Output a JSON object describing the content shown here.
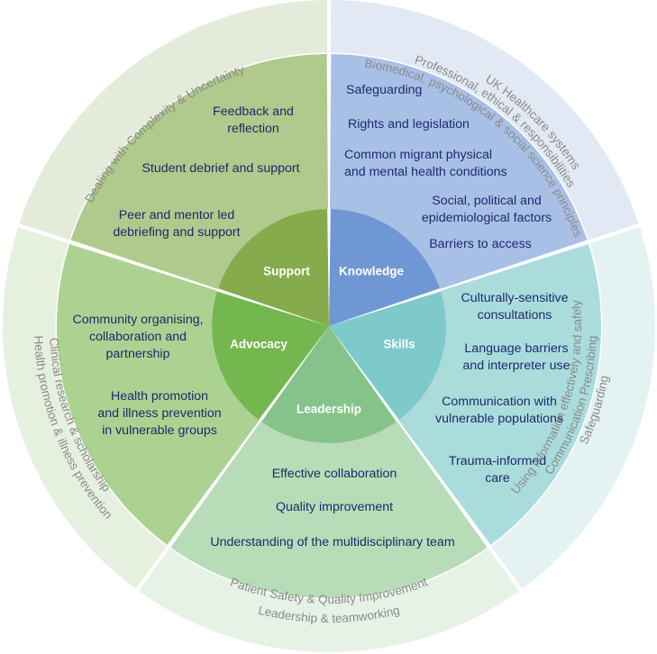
{
  "domains": [
    {
      "id": "knowledge",
      "name": "Knowledge",
      "colors": {
        "outer": "#e2e9f4",
        "mid": "#a9c0e6",
        "inner": "#6f97d3"
      },
      "items": [
        [
          "Safeguarding"
        ],
        [
          "Rights and legislation"
        ],
        [
          "Common migrant physical",
          "and mental health conditions"
        ],
        [
          "Social, political and",
          "epidemiological factors"
        ],
        [
          "Barriers to access"
        ]
      ],
      "outer": [
        "UK Healthcare systems",
        "Professional, ethical & responsibilities",
        "Biomedical, psychological & social science principles"
      ]
    },
    {
      "id": "skills",
      "name": "Skills",
      "colors": {
        "outer": "#e4f2f2",
        "mid": "#aadcdc",
        "inner": "#7ec9c9"
      },
      "items": [
        [
          "Culturally-sensitive",
          "consultations"
        ],
        [
          "Language barriers",
          "and interpreter use"
        ],
        [
          "Communication with",
          "vulnerable populations"
        ],
        [
          "Trauma-informed",
          "care"
        ]
      ],
      "outer": [
        "Using information effectively and safely",
        "Communication Prescribing",
        "Safeguarding"
      ]
    },
    {
      "id": "leadership",
      "name": "Leadership",
      "colors": {
        "outer": "#e7f2e7",
        "mid": "#b7dcb7",
        "inner": "#86c38a"
      },
      "items": [
        [
          "Effective collaboration"
        ],
        [
          "Quality improvement"
        ],
        [
          "Understanding of the multidisciplinary team"
        ]
      ],
      "outer": [
        "Patient Safety & Quality Improvement",
        "Leadership & teamworking"
      ]
    },
    {
      "id": "advocacy",
      "name": "Advocacy",
      "colors": {
        "outer": "#e6f0df",
        "mid": "#acd292",
        "inner": "#75b74f"
      },
      "items": [
        [
          "Community organising,",
          "collaboration and",
          "partnership"
        ],
        [
          "Health promotion",
          "and illness prevention",
          "in vulnerable groups"
        ]
      ],
      "outer": [
        "Health promotion & illness prevention",
        "Clinical research & scholarship"
      ]
    },
    {
      "id": "support",
      "name": "Support",
      "colors": {
        "outer": "#e4ebda",
        "mid": "#b0c98c",
        "inner": "#86ab4d"
      },
      "items": [
        [
          "Feedback and",
          "reflection"
        ],
        [
          "Student debrief and support"
        ],
        [
          "Peer and mentor led",
          "debriefing and support"
        ]
      ],
      "outer": [
        "Dealing with Complexity & Uncertainty"
      ]
    }
  ]
}
